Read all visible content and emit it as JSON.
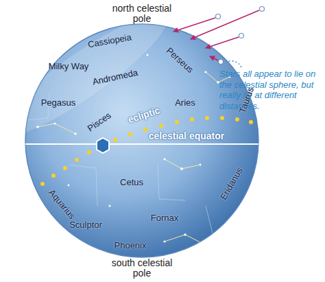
{
  "diagram": {
    "labels": [
      "north celestial pole",
      "Cassiopeia",
      "Milky Way",
      "Perseus",
      "Andromeda",
      "Stars all appear to lie on the celestial sphere, but really lie at different distances.",
      "Pegasus",
      "Pisces",
      "ecliptic",
      "Aries",
      "Taurus",
      "celestial equator",
      "Aquarius",
      "Cetus",
      "Eridanus",
      "Sculptor",
      "Fornax",
      "Phoenix",
      "south celestial pole"
    ]
  }
}
